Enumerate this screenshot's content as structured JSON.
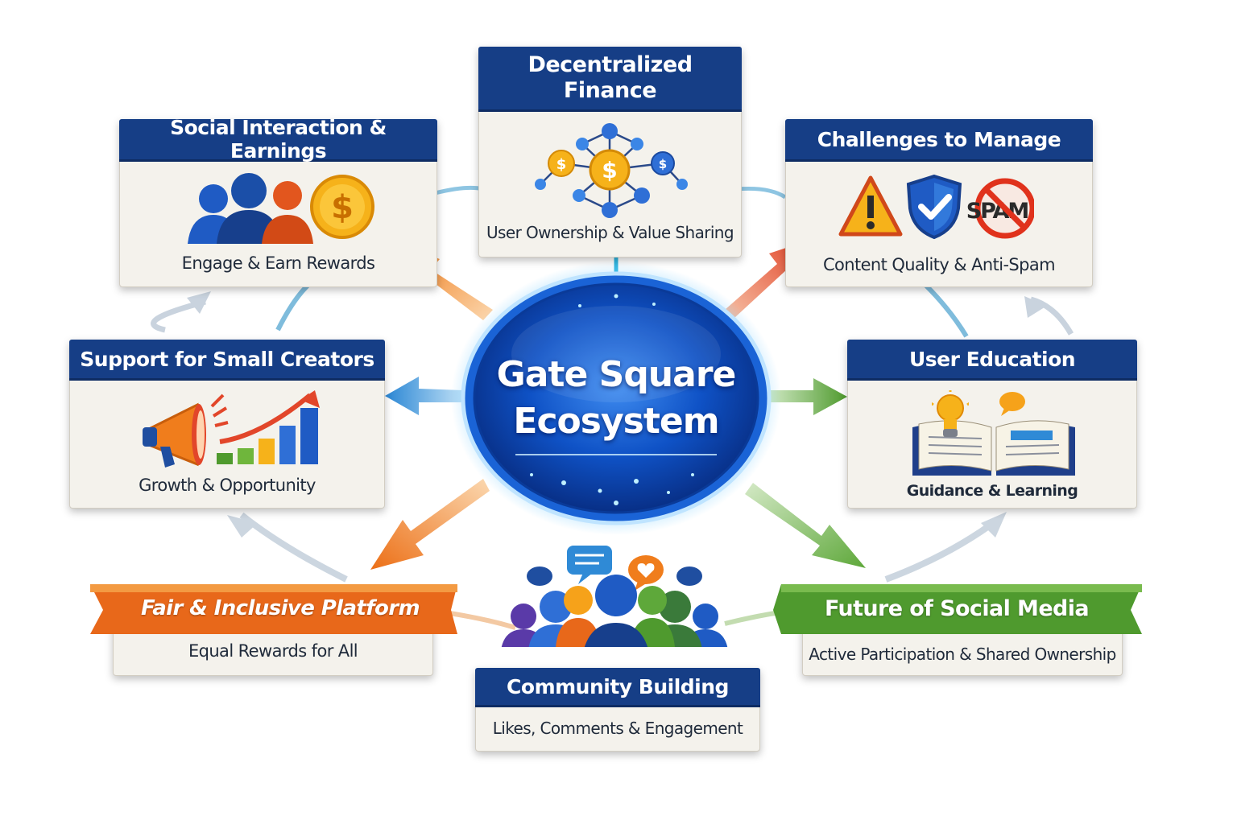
{
  "hub": {
    "line1": "Gate Square",
    "line2": "Ecosystem"
  },
  "nodes": {
    "decentralized_finance": {
      "title_line1": "Decentralized",
      "title_line2": "Finance",
      "subtitle": "User Ownership & Value Sharing"
    },
    "social_interaction": {
      "title": "Social Interaction & Earnings",
      "subtitle": "Engage & Earn Rewards"
    },
    "challenges": {
      "title": "Challenges to Manage",
      "subtitle": "Content Quality & Anti-Spam",
      "spam_text": "SPAM"
    },
    "small_creators": {
      "title": "Support for Small Creators",
      "subtitle": "Growth & Opportunity"
    },
    "user_education": {
      "title": "User Education",
      "subtitle": "Guidance & Learning"
    },
    "fair_platform": {
      "title": "Fair & Inclusive Platform",
      "subtitle": "Equal Rewards for All"
    },
    "future_social": {
      "title": "Future of Social Media",
      "subtitle": "Active Participation & Shared Ownership"
    },
    "community": {
      "title": "Community Building",
      "subtitle": "Likes, Comments & Engagement"
    }
  },
  "icons": {
    "decentralized_finance": "dollar-network-icon",
    "social_interaction": "people-coin-icon",
    "challenges": [
      "warning-icon",
      "shield-check-icon",
      "no-spam-icon"
    ],
    "small_creators": [
      "megaphone-icon",
      "growth-bar-chart-icon"
    ],
    "user_education": [
      "lightbulb-icon",
      "open-book-icon",
      "chat-bubble-icon"
    ],
    "community": [
      "group-people-icon",
      "chat-bubble-icon",
      "heart-bubble-icon"
    ]
  },
  "colors": {
    "header_navy": "#163e86",
    "card_bg": "#f4f2ec",
    "hub_blue": "#0d4fc4",
    "arrow_orange": "#f07d1c",
    "arrow_red": "#e2462a",
    "arrow_blue": "#2a86d4",
    "arrow_green": "#5ea83a",
    "ribbon_orange": "#e8681a",
    "ribbon_green": "#4f9a2e",
    "coin_gold": "#f6b21a"
  }
}
